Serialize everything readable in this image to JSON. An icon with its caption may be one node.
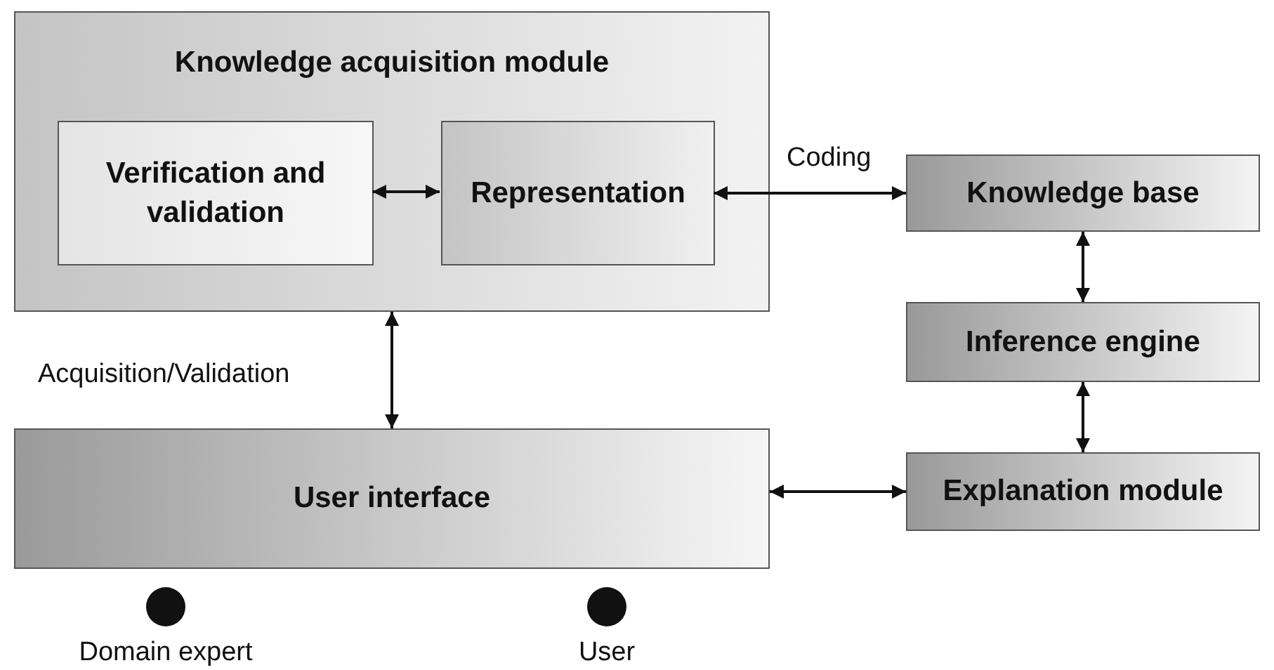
{
  "diagram": {
    "nodes": [
      {
        "text": [
          "Knowledge acquisition module"
        ]
      },
      {
        "text": [
          "Verification and validation"
        ],
        "in": 0
      },
      {
        "text": [
          "Representation"
        ],
        "in": 0
      },
      {
        "text": [
          "Knowledge base"
        ]
      },
      {
        "text": [
          "Inference engine"
        ]
      },
      {
        "text": [
          "User interface"
        ]
      },
      {
        "text": [
          "Explanation module"
        ]
      },
      {
        "text": [],
        "shape": "circle",
        "beside": [
          "Domain expert"
        ]
      },
      {
        "text": [],
        "shape": "circle",
        "beside": [
          "User"
        ]
      }
    ],
    "edges": [
      {
        "from": 1,
        "to": 2,
        "arrow": "both"
      },
      {
        "from": 2,
        "to": 3,
        "arrow": "both",
        "label": "Coding"
      },
      {
        "from": 3,
        "to": 4,
        "arrow": "both"
      },
      {
        "from": 4,
        "to": 6,
        "arrow": "both"
      },
      {
        "from": 0,
        "to": 5,
        "arrow": "both",
        "label": "Acquisition/Validation"
      },
      {
        "from": 5,
        "to": 6,
        "arrow": "both"
      }
    ]
  }
}
